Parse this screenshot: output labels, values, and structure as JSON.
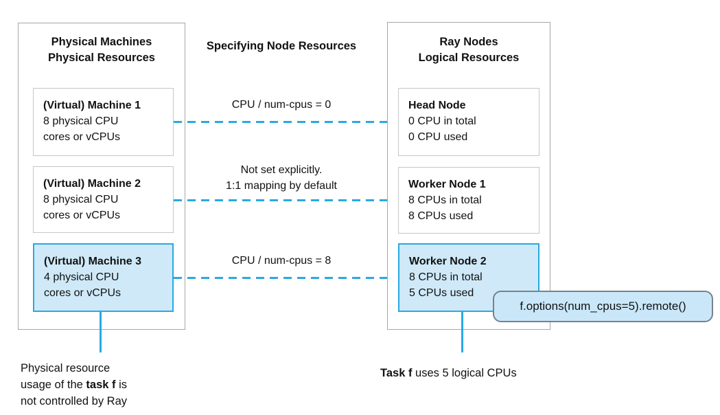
{
  "colors": {
    "accent_blue": "#29a9e1",
    "highlight_fill": "#cfe9f8",
    "callout_fill": "#c9e7f8",
    "callout_border": "#76828c",
    "outer_border": "#a6a6a6",
    "inner_border": "#c6c6c6",
    "text": "#111111"
  },
  "left_panel": {
    "title_line1": "Physical Machines",
    "title_line2": "Physical Resources",
    "machines": [
      {
        "title": "(Virtual) Machine 1",
        "line1": "8 physical CPU",
        "line2": "cores or vCPUs"
      },
      {
        "title": "(Virtual) Machine 2",
        "line1": "8 physical CPU",
        "line2": "cores or vCPUs"
      },
      {
        "title": "(Virtual) Machine 3",
        "line1": "4 physical CPU",
        "line2": "cores or vCPUs"
      }
    ]
  },
  "middle_column": {
    "title": "Specifying Node Resources",
    "rows": [
      {
        "label": "CPU / num-cpus = 0"
      },
      {
        "label_line1": "Not set explicitly.",
        "label_line2": "1:1 mapping by default"
      },
      {
        "label": "CPU / num-cpus = 8"
      }
    ]
  },
  "right_panel": {
    "title_line1": "Ray Nodes",
    "title_line2": "Logical Resources",
    "nodes": [
      {
        "title": "Head Node",
        "line1": "0 CPU in total",
        "line2": "0 CPU used"
      },
      {
        "title": "Worker Node 1",
        "line1": "8 CPUs in total",
        "line2": "8 CPUs used"
      },
      {
        "title": "Worker Node 2",
        "line1": "8 CPUs in total",
        "line2": "5 CPUs used"
      }
    ]
  },
  "code_callout": {
    "text": "f.options(num_cpus=5).remote()"
  },
  "annotations": {
    "left": {
      "line1": "Physical resource",
      "line2_pre": "usage of the ",
      "line2_bold": "task f",
      "line2_post": " is",
      "line3": "not controlled by Ray"
    },
    "right": {
      "bold": "Task f",
      "rest": " uses 5 logical CPUs"
    }
  }
}
